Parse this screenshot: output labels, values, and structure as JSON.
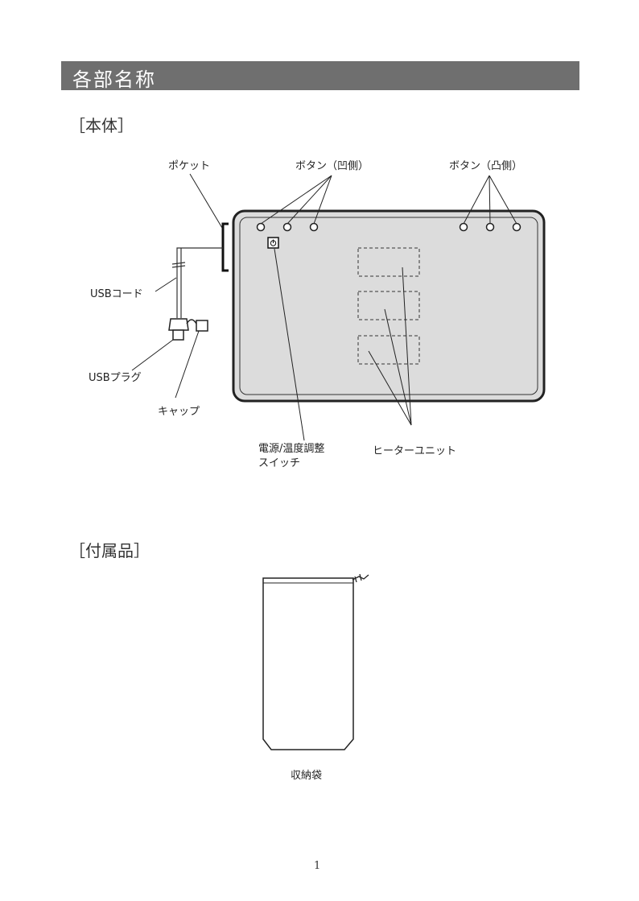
{
  "header": {
    "title": "各部名称"
  },
  "sections": {
    "body": "［本体］",
    "accessories": "［付属品］"
  },
  "labels": {
    "pocket": "ポケット",
    "button_concave": "ボタン（凹側）",
    "button_convex": "ボタン（凸側）",
    "usb_cord": "USBコード",
    "usb_plug": "USBプラグ",
    "cap": "キャップ",
    "power_switch_line1": "電源/温度調整",
    "power_switch_line2": "スイッチ",
    "heater_unit": "ヒーターユニット",
    "storage_bag": "収納袋"
  },
  "footer": {
    "page_number": "1"
  }
}
